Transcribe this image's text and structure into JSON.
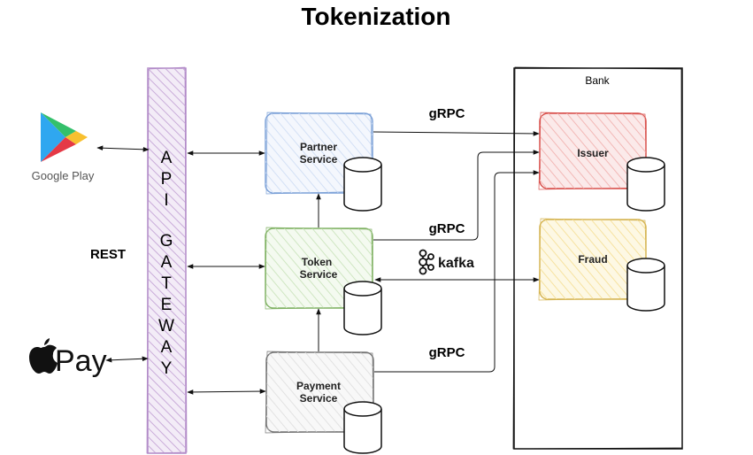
{
  "title": "Tokenization",
  "gateway": {
    "letters": [
      "A",
      "P",
      "I",
      "G",
      "A",
      "T",
      "E",
      "W",
      "A",
      "Y"
    ]
  },
  "clients": {
    "google_play": "Google Play",
    "apple_pay": "Pay"
  },
  "rest_label": "REST",
  "services": {
    "partner": [
      "Partner",
      "Service"
    ],
    "token": [
      "Token",
      "Service"
    ],
    "payment": [
      "Payment",
      "Service"
    ]
  },
  "bank": {
    "label": "Bank",
    "issuer": "Issuer",
    "fraud": "Fraud"
  },
  "protocols": {
    "grpc_top": "gRPC",
    "grpc_mid": "gRPC",
    "grpc_bottom": "gRPC",
    "kafka": "kafka"
  },
  "colors": {
    "gateway": "#b28bc8",
    "gateway_fill": "#e6d8ef",
    "partner": "#7da2d8",
    "partner_fill": "#e6eefa",
    "token": "#82b366",
    "token_fill": "#e4f1dc",
    "payment": "#777777",
    "payment_fill": "#f0f0f0",
    "issuer": "#d9534f",
    "issuer_fill": "#f7d4d3",
    "fraud": "#d6b656",
    "fraud_fill": "#fbf1cc"
  }
}
